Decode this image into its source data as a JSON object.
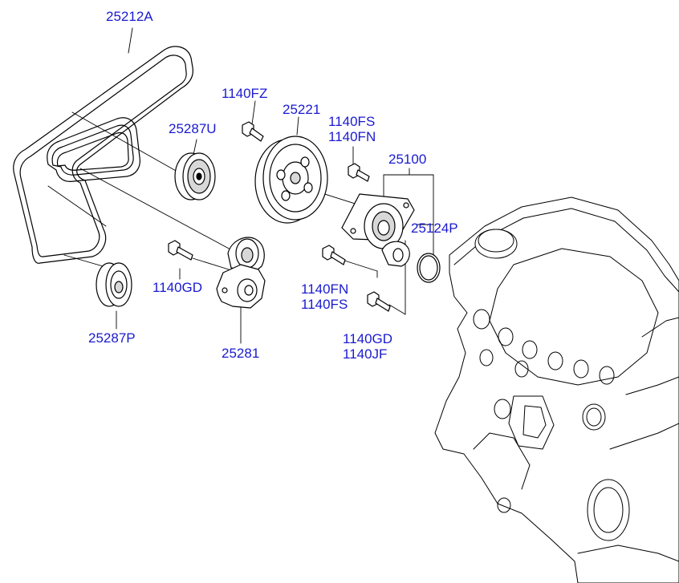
{
  "colors": {
    "label": "#1a1ad0",
    "line": "#000000",
    "fill": "#ffffff",
    "shade": "#d8d8d8"
  },
  "parts": {
    "belt": "25212A",
    "idler_upper": "25287U",
    "idler_lower": "25287P",
    "tensioner": "25281",
    "tensioner_bolt": "1140GD",
    "pulley_bolt": "1140FZ",
    "water_pump_pulley": "25221",
    "pump_bolt_top_1": "1140FS",
    "pump_bolt_top_2": "1140FN",
    "water_pump": "25100",
    "gasket": "25124P",
    "pump_bolt_mid_1": "1140FN",
    "pump_bolt_mid_2": "1140FS",
    "pump_bolt_low_1": "1140GD",
    "pump_bolt_low_2": "1140JF"
  }
}
